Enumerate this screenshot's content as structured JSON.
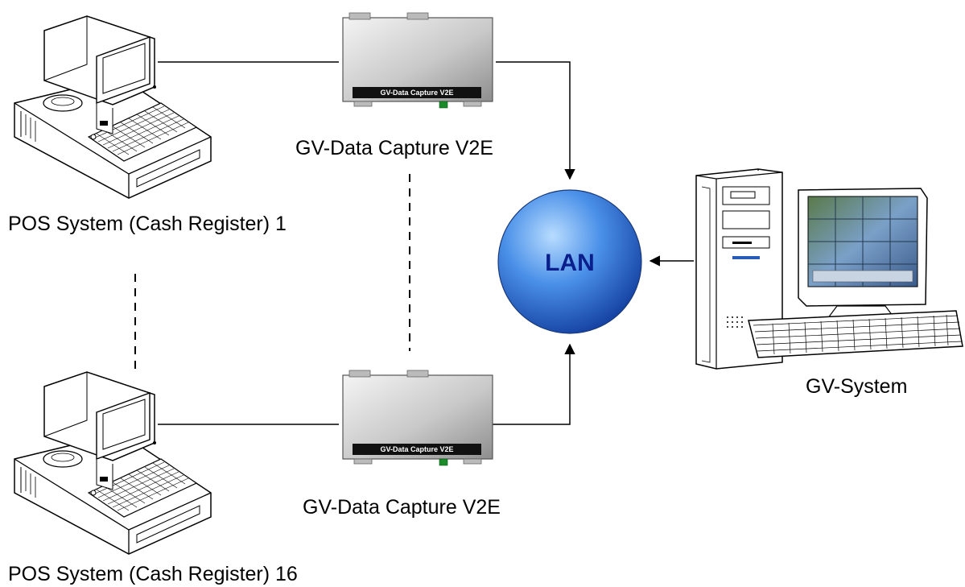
{
  "diagram": {
    "nodes": {
      "pos_1": {
        "label": "POS System (Cash Register) 1",
        "icon": "pos-terminal-icon"
      },
      "pos_16": {
        "label": "POS System (Cash Register) 16",
        "icon": "pos-terminal-icon"
      },
      "capture_1": {
        "label": "GV-Data Capture V2E",
        "device_label": "GV-Data Capture V2E",
        "icon": "data-capture-box-icon"
      },
      "capture_2": {
        "label": "GV-Data Capture V2E",
        "device_label": "GV-Data Capture V2E",
        "icon": "data-capture-box-icon"
      },
      "lan": {
        "label": "LAN",
        "icon": "network-sphere-icon",
        "color": "#2a6fd6"
      },
      "gv_system": {
        "label": "GV-System",
        "icon": "desktop-computer-icon"
      }
    },
    "edges": [
      {
        "from": "pos_1",
        "to": "capture_1",
        "style": "solid"
      },
      {
        "from": "capture_1",
        "to": "lan",
        "style": "solid-arrow"
      },
      {
        "from": "pos_16",
        "to": "capture_2",
        "style": "solid"
      },
      {
        "from": "capture_2",
        "to": "lan",
        "style": "solid-arrow"
      },
      {
        "from": "gv_system",
        "to": "lan",
        "style": "solid-arrow"
      },
      {
        "from": "pos_1",
        "to": "pos_16",
        "style": "dashed"
      },
      {
        "from": "capture_1",
        "to": "capture_2",
        "style": "dashed"
      }
    ]
  }
}
